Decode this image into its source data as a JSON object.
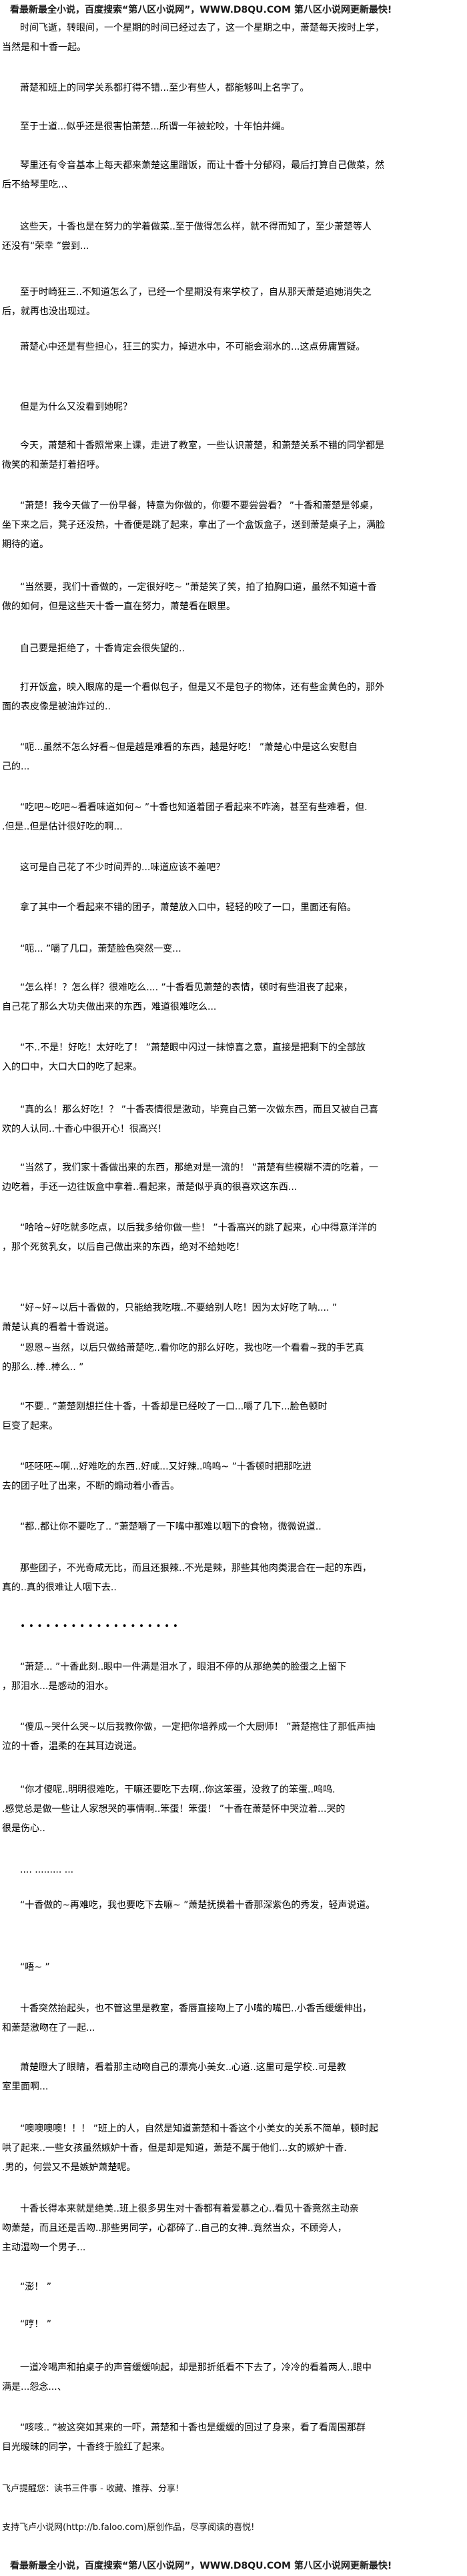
{
  "banner": {
    "top_text": "看最新最全小说，百度搜索“第八区小说网”，WWW.D8QU.COM 第八区小说网更新最快!",
    "bottom_text": "看最新最全小说，百度搜索“第八区小说网”，WWW.D8QU.COM 第八区小说网更新最快!"
  },
  "paragraphs": [
    {
      "lines": [
        "时间飞逝，转眼间，一个星期的时间已经过去了，这一个星期之中，萧楚每天按时上学，",
        "当然是和十香一起。"
      ]
    },
    {
      "lines": [
        "萧楚和班上的同学关系都打得不错...至少有些人，都能够叫上名字了。"
      ]
    },
    {
      "lines": [
        "至于士道...似乎还是很害怕萧楚...所谓一年被蛇咬，十年怕井绳。"
      ]
    },
    {
      "lines": [
        "琴里还有令音基本上每天都来萧楚这里蹭饭，而让十香十分郁闷，最后打算自己做菜，然",
        "后不给琴里吃..、"
      ]
    },
    {
      "lines": [
        "这些天，十香也是在努力的学着做菜..至于做得怎么样，就不得而知了，至少萧楚等人",
        "还没有“荣幸 ”尝到..."
      ]
    },
    {
      "lines": [
        "至于时崎狂三..不知道怎么了，已经一个星期没有来学校了，自从那天萧楚追她消失之",
        "后，就再也没出现过。"
      ]
    },
    {
      "lines": [
        "萧楚心中还是有些担心，狂三的实力，掉进水中，不可能会溺水的...这点毋庸置疑。"
      ]
    },
    {
      "lines": [
        "但是为什么又没看到她呢？"
      ]
    },
    {
      "lines": [
        "今天，萧楚和十香照常来上课，走进了教室，一些认识萧楚，和萧楚关系不错的同学都是",
        "微笑的和萧楚打着招呼。"
      ]
    },
    {
      "lines": [
        "“萧楚！我今天做了一份早餐，特意为你做的，你要不要尝尝看？ ”十香和萧楚是邻桌，",
        "坐下来之后，凳子还没热，十香便是跳了起来，拿出了一个盒饭盒子，送到萧楚桌子上，满脸",
        "期待的道。"
      ]
    },
    {
      "lines": [
        "“当然要，我们十香做的，一定很好吃~ ”萧楚笑了笑，拍了拍胸口道，虽然不知道十香",
        "做的如何，但是这些天十香一直在努力，萧楚看在眼里。"
      ]
    },
    {
      "lines": [
        "自己要是拒绝了，十香肯定会很失望的.."
      ]
    },
    {
      "lines": [
        "打开饭盒，映入眼席的是一个看似包子，但是又不是包子的物体，还有些金黄色的，那外",
        "面的表皮像是被油炸过的.."
      ]
    },
    {
      "lines": [
        "“呃...虽然不怎么好看~但是越是难看的东西，越是好吃！ ”萧楚心中是这么安慰自",
        "己的..."
      ]
    },
    {
      "lines": [
        "“吃吧~吃吧~看看味道如何~ ”十香也知道着团子看起来不咋滴，甚至有些难看，但.",
        ".但是..但是估计很好吃的啊..."
      ]
    },
    {
      "lines": [
        "这可是自己花了不少时间弄的...味道应该不差吧？"
      ]
    },
    {
      "lines": [
        "拿了其中一个看起来不错的团子，萧楚放入口中，轻轻的咬了一口，里面还有陷。"
      ]
    },
    {
      "lines": [
        "“呃... ”嚼了几口，萧楚脸色突然一变..."
      ]
    },
    {
      "lines": [
        "“怎么样！？怎么样？很难吃么.... ”十香看见萧楚的表情，顿时有些沮丧了起来，",
        "自己花了那么大功夫做出来的东西，难道很难吃么..."
      ]
    },
    {
      "lines": [
        "“不..不是！好吃！太好吃了！ ”萧楚眼中闪过一抹惊喜之意，直接是把剩下的全部放",
        "入的口中，大口大口的吃了起来。"
      ]
    },
    {
      "lines": [
        "“真的么！那么好吃！？ ”十香表情很是激动，毕竟自己第一次做东西，而且又被自己喜",
        "欢的人认同..十香心中很开心！很高兴！"
      ]
    },
    {
      "lines": [
        "“当然了，我们家十香做出来的东西，那绝对是一流的！ ”萧楚有些模糊不清的吃着，一",
        "边吃着，手还一边往饭盒中拿着..看起来，萧楚似乎真的很喜欢这东西..."
      ]
    },
    {
      "lines": [
        "“哈哈~好吃就多吃点，以后我多给你做一些！ ”十香高兴的跳了起来，心中得意洋洋的",
        "，那个死贫乳女，以后自己做出来的东西，绝对不给她吃！"
      ]
    },
    {
      "lines": [
        "“好~好~以后十香做的，只能给我吃哦..不要给别人吃！因为太好吃了呐.... ”",
        "萧楚认真的看着十香说道。"
      ]
    },
    {
      "lines": [
        "“恩恩~当然，以后只做给萧楚吃..看你吃的那么好吃，我也吃一个看看~我的手艺真",
        "的那么..棒..棒么.. ”"
      ]
    },
    {
      "lines": [
        "“不要.. ”萧楚刚想拦住十香，十香却是已经咬了一口...嚼了几下...脸色顿时",
        "巨变了起来。"
      ]
    },
    {
      "lines": [
        "“呸呸呸~啊...好难吃的东西..好咸...又好辣..呜呜~ ”十香顿时把那吃进",
        "去的团子吐了出来，不断的煽动着小香舌。"
      ]
    },
    {
      "lines": [
        "“都..都让你不要吃了.. ”萧楚嚼了一下嘴中那难以咽下的食物，微微说道.."
      ]
    },
    {
      "lines": [
        "那些团子，不光奇咸无比，而且还狠辣..不光是辣，那些其他肉类混合在一起的东西，",
        "真的..真的很难让人咽下去.."
      ]
    },
    {
      "lines": [
        "• •  • • • • • • • • • • •  • • • • • •"
      ]
    },
    {
      "lines": [
        "“萧楚... ”十香此刻..眼中一件满是泪水了，眼泪不停的从那绝美的脸蛋之上留下",
        "，那泪水...是感动的泪水。"
      ]
    },
    {
      "lines": [
        "“傻瓜~哭什么哭~以后我教你做，一定把你培养成一个大厨师！ ”萧楚抱住了那低声抽",
        "泣的十香，温柔的在其耳边说道。"
      ]
    },
    {
      "lines": [
        "“你才傻呢..明明很难吃，干嘛还要吃下去啊..你这笨蛋，没救了的笨蛋..呜呜.",
        ".感觉总是做一些让人家想哭的事情啊..笨蛋！笨蛋！ ”十香在萧楚怀中哭泣着...哭的",
        "很是伤心.."
      ]
    },
    {
      "lines": [
        "....  .........  ..."
      ]
    },
    {
      "lines": [
        "“十香做的~再难吃，我也要吃下去嘛~ ”萧楚抚摸着十香那深紫色的秀发，轻声说道。"
      ]
    },
    {
      "lines": [
        "“唔~ ”"
      ]
    },
    {
      "lines": [
        "十香突然抬起头，也不管这里是教室，香唇直接吻上了小嘴的嘴巴..小香舌缓缓伸出，",
        "和萧楚激吻在了一起..."
      ]
    },
    {
      "lines": [
        "萧楚瞪大了眼睛，看着那主动吻自己的漂亮小美女..心道..这里可是学校..可是教",
        "室里面啊..."
      ]
    },
    {
      "lines": [
        "“噢噢噢噢！！！ ”班上的人，自然是知道萧楚和十香这个小美女的关系不简单，顿时起",
        "哄了起来..一些女孩虽然嫉妒十香，但是却是知道，萧楚不属于他们...女的嫉妒十香.",
        ".男的，何尝又不是嫉妒萧楚呢。"
      ]
    },
    {
      "lines": [
        "十香长得本来就是绝美..班上很多男生对十香都有着爱慕之心..看见十香竟然主动亲",
        "吻萧楚，而且还是舌吻..那些男同学，心都碎了..自己的女神..竟然当众，不顾旁人，",
        "主动湿吻一个男子..."
      ]
    },
    {
      "lines": [
        "“澎！ ”"
      ]
    },
    {
      "lines": [
        "“哼！ ”"
      ]
    },
    {
      "lines": [
        "一道冷喝声和拍桌子的声音缓缓响起，却是那折纸看不下去了，冷冷的看着两人..眼中",
        "满是...怨念...、"
      ]
    },
    {
      "lines": [
        "“咳咳.. ”被这突如其来的一吓，萧楚和十香也是缓缓的回过了身来，看了看周围那群",
        "目光暧昧的同学，十香终于脸红了起来。"
      ]
    }
  ],
  "footer": {
    "reminder": "飞卢提醒您：读书三件事 - 收藏、推荐、分享!",
    "support": "支持飞卢小说网(http://b.faloo.com)原创作品，尽享阅读的喜悦!"
  }
}
